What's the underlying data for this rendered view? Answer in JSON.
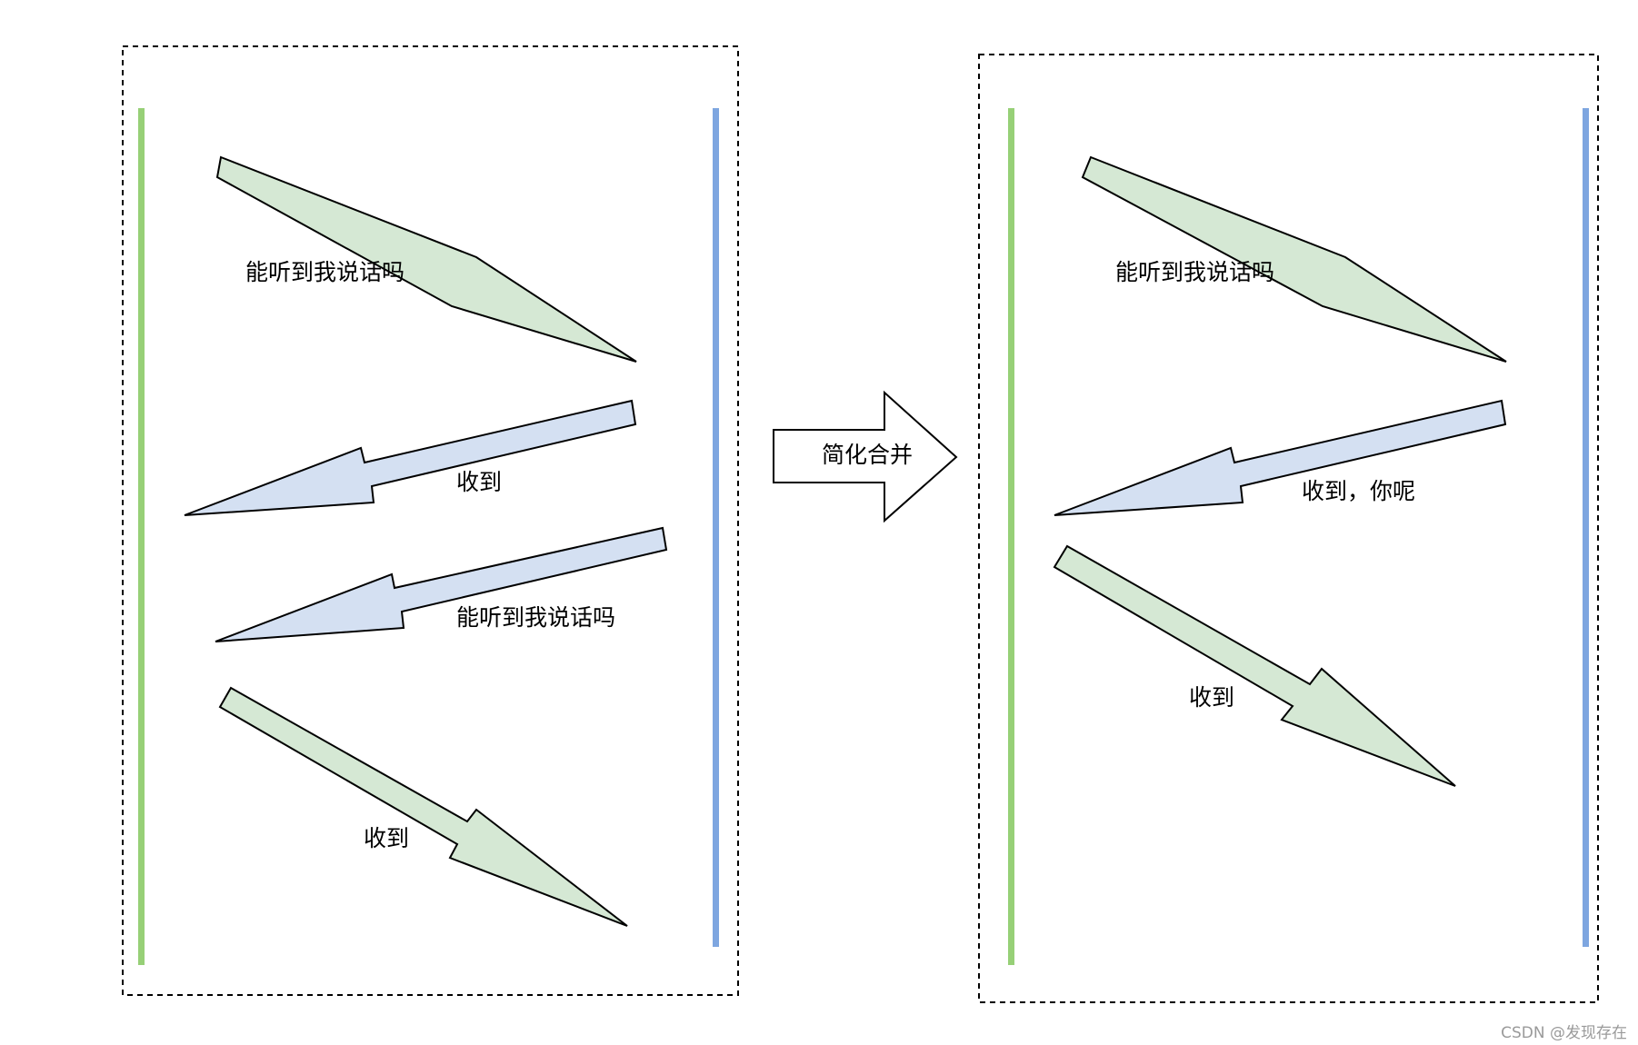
{
  "colors": {
    "client_line": "#97d077",
    "server_line": "#7ea6e0",
    "green_arrow_fill": "#d5e8d4",
    "blue_arrow_fill": "#d4e0f2",
    "stroke": "#000000",
    "frame": "#000000"
  },
  "left_panel": {
    "messages": [
      {
        "text": "能听到我说话吗",
        "direction": "client-to-server"
      },
      {
        "text": "收到",
        "direction": "server-to-client"
      },
      {
        "text": "能听到我说话吗",
        "direction": "server-to-client"
      },
      {
        "text": "收到",
        "direction": "client-to-server"
      }
    ]
  },
  "transition": {
    "label": "简化合并"
  },
  "right_panel": {
    "messages": [
      {
        "text": "能听到我说话吗",
        "direction": "client-to-server"
      },
      {
        "text": "收到，你呢",
        "direction": "server-to-client"
      },
      {
        "text": "收到",
        "direction": "client-to-server"
      }
    ]
  },
  "watermark": "CSDN @发现存在"
}
